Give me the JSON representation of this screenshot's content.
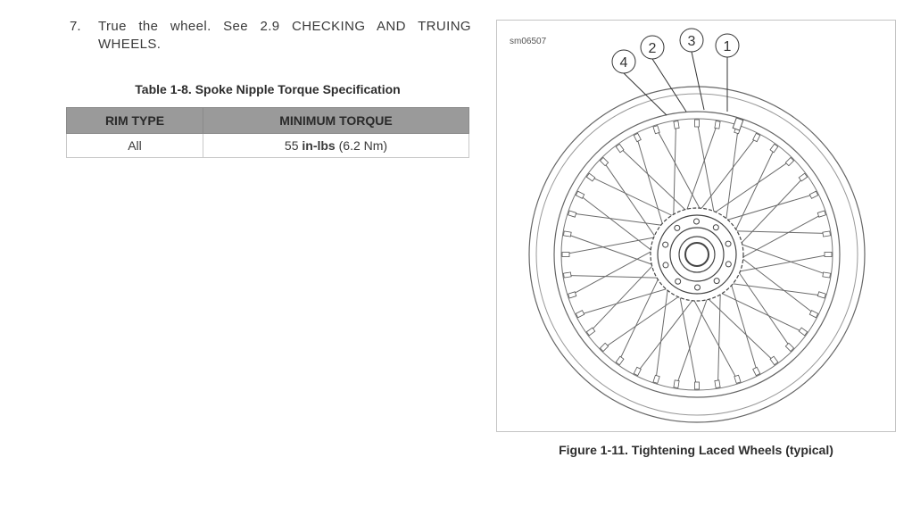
{
  "step": {
    "number": "7.",
    "text_line1": "True the wheel. See 2.9 CHECKING AND TRUING",
    "text_line2": "WHEELS."
  },
  "table": {
    "title": "Table 1-8. Spoke Nipple Torque Specification",
    "headers": [
      "RIM TYPE",
      "MINIMUM TORQUE"
    ],
    "rows": [
      {
        "rim_type": "All",
        "torque_value": "55",
        "torque_unit": "in-lbs",
        "torque_metric": "(6.2 Nm)"
      }
    ]
  },
  "figure": {
    "id": "sm06507",
    "caption": "Figure 1-11. Tightening Laced Wheels (typical)",
    "callouts": [
      "1",
      "2",
      "3",
      "4"
    ]
  }
}
